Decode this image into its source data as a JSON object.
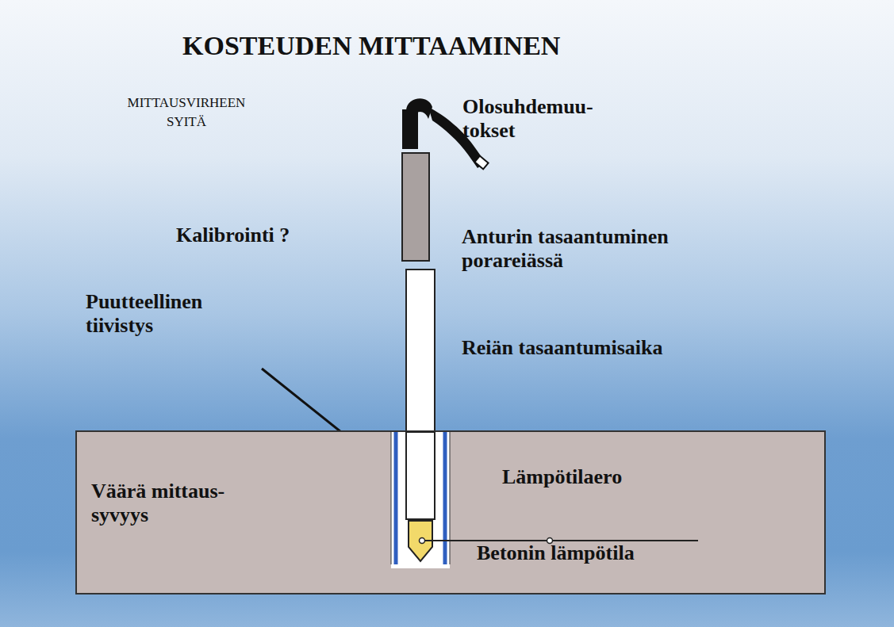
{
  "diagram": {
    "title": "KOSTEUDEN MITTAAMINEN",
    "nodes": [
      {
        "text": [
          "Väärä mittaus- syvyys",
          "Lämpötilaero",
          "Betonin lämpötila"
        ]
      }
    ],
    "labels": [
      "MITTAUSVIRHEEN SYITÄ",
      "Olosuhdemuu- tokset",
      "Kalibrointi ?",
      "Anturin tasaantuminen porareiässä",
      "Puutteellinen tiivistys",
      "Reiän tasaantumisaika"
    ]
  }
}
